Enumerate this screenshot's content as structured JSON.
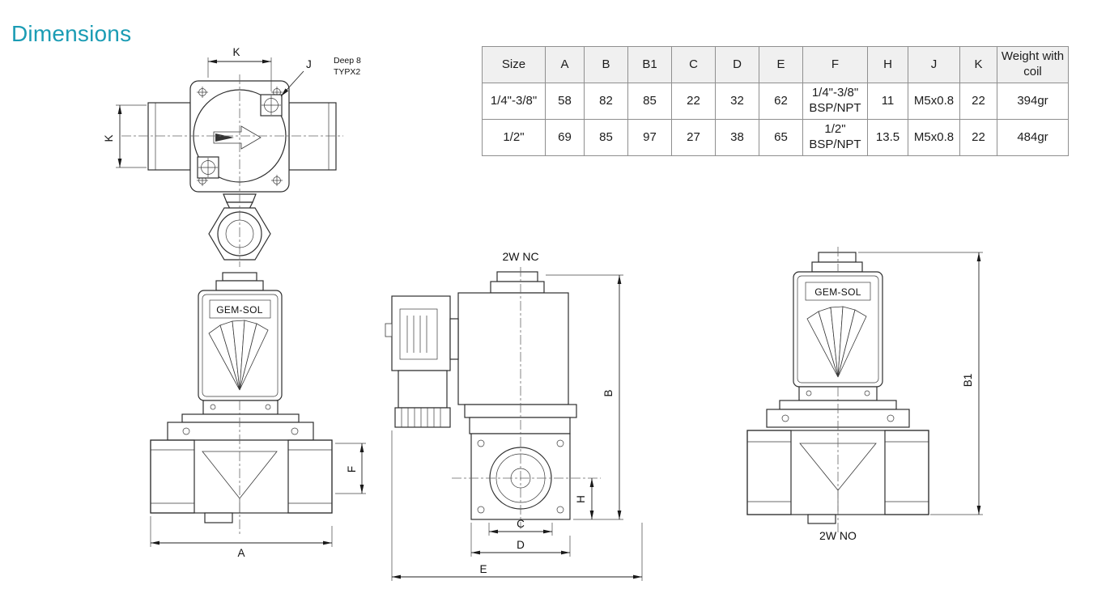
{
  "page": {
    "title": "Dimensions",
    "accent_color": "#1b9cb4"
  },
  "table": {
    "headers": [
      "Size",
      "A",
      "B",
      "B1",
      "C",
      "D",
      "E",
      "F",
      "H",
      "J",
      "K",
      "Weight with coil"
    ],
    "rows": [
      [
        "1/4\"-3/8\"",
        "58",
        "82",
        "85",
        "22",
        "32",
        "62",
        "1/4\"-3/8\" BSP/NPT",
        "11",
        "M5x0.8",
        "22",
        "394gr"
      ],
      [
        "1/2\"",
        "69",
        "85",
        "97",
        "27",
        "38",
        "65",
        "1/2\" BSP/NPT",
        "13.5",
        "M5x0.8",
        "22",
        "484gr"
      ]
    ]
  },
  "drawing_left": {
    "dim_k_top": "K",
    "label_j": "J",
    "note_line1": "Deep 8",
    "note_line2": "TYPX2",
    "dim_k_side": "K",
    "brand": "GEM-SOL",
    "dim_f": "F",
    "dim_a": "A"
  },
  "drawing_middle": {
    "title": "2W NC",
    "dim_b": "B",
    "dim_h": "H",
    "dim_c": "C",
    "dim_d": "D",
    "dim_e": "E"
  },
  "drawing_right": {
    "title": "2W NO",
    "brand": "GEM-SOL",
    "dim_b1": "B1"
  }
}
